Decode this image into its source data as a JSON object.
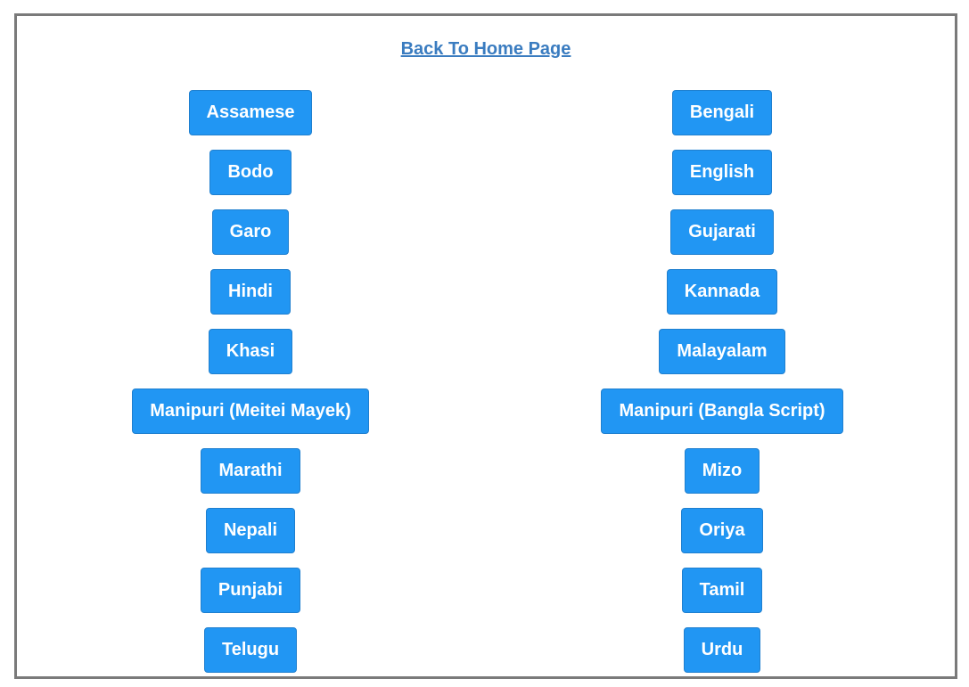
{
  "nav": {
    "home_link": "Back To Home Page"
  },
  "languages": {
    "left": [
      "Assamese",
      "Bodo",
      "Garo",
      "Hindi",
      "Khasi",
      "Manipuri (Meitei Mayek)",
      "Marathi",
      "Nepali",
      "Punjabi",
      "Telugu"
    ],
    "right": [
      "Bengali",
      "English",
      "Gujarati",
      "Kannada",
      "Malayalam",
      "Manipuri (Bangla Script)",
      "Mizo",
      "Oriya",
      "Tamil",
      "Urdu"
    ]
  },
  "colors": {
    "button_bg": "#2196f3",
    "link": "#3a7cc0",
    "frame_border": "#7a7a7a"
  }
}
